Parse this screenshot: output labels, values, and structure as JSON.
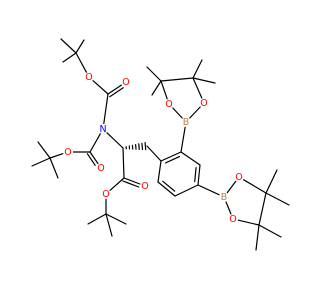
{
  "molecule": {
    "atom_labels": {
      "N": "N",
      "O": "O",
      "B": "B"
    },
    "colors": {
      "bond": "#000000",
      "N": "#0000ff",
      "O": "#ff0000",
      "B": "#c27e3e"
    }
  }
}
